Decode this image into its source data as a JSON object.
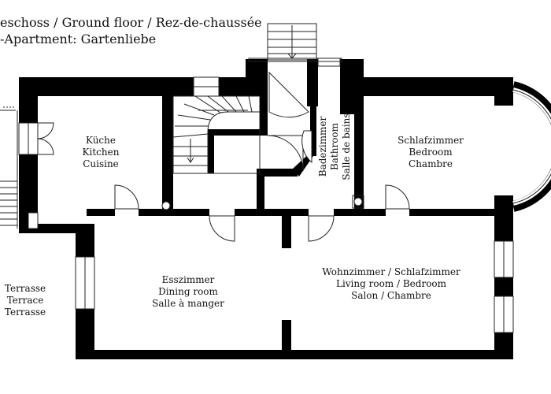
{
  "header": {
    "line1": "eschoss / Ground floor / Rez-de-chaussée",
    "line2": "-Apartment: Gartenliebe"
  },
  "rooms": {
    "kitchen": [
      "Küche",
      "Kitchen",
      "Cuisine"
    ],
    "bathroom": [
      "Badezimmer",
      "Bathroom",
      "Salle de bains"
    ],
    "bedroom": [
      "Schlafzimmer",
      "Bedroom",
      "Chambre"
    ],
    "dining": [
      "Esszimmer",
      "Dining room",
      "Salle à manger"
    ],
    "living": [
      "Wohnzimmer / Schlafzimmer",
      "Living room / Bedroom",
      "Salon / Chambre"
    ],
    "terrace": [
      "Terrasse",
      "Terrace",
      "Terrasse"
    ]
  },
  "colors": {
    "wall": "#000000",
    "line": "#222222",
    "background": "#ffffff"
  }
}
